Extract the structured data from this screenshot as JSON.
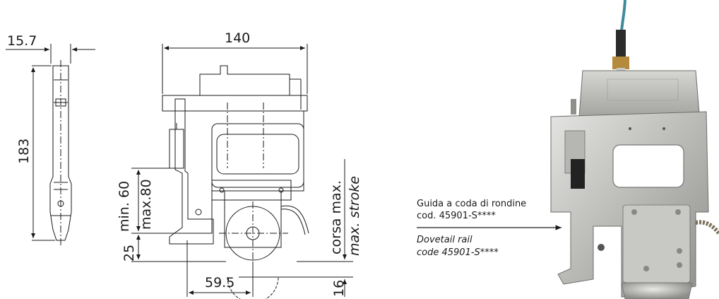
{
  "drawing": {
    "dim_width_side": "15.7",
    "dim_height": "183",
    "dim_width_front": "140",
    "dim_min": "min. 60",
    "dim_max": "max.80",
    "dim_bottom": "25",
    "dim_offset": "59.5",
    "dim_stroke_it": "corsa max.",
    "dim_stroke_en": "max. stroke",
    "dim_16": "16"
  },
  "callout": {
    "it_line1": "Guida a coda di rondine",
    "it_line2": "cod. 45901-S****",
    "en_line1": "Dovetail rail",
    "en_line2": "code 45901-S****"
  }
}
